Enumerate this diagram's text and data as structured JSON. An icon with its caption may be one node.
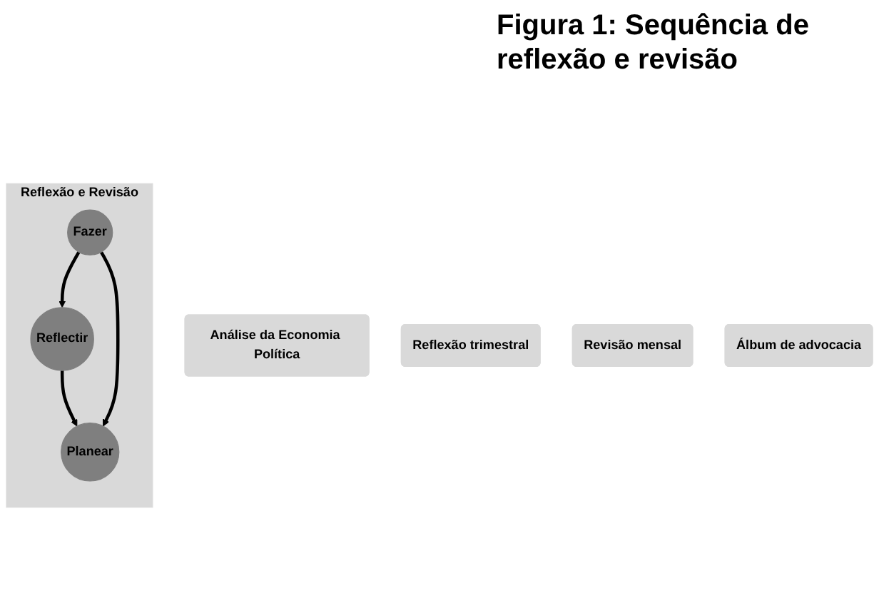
{
  "diagram": {
    "title": "Figura 1: Sequência de reflexão e revisão",
    "nodes": [
      {
        "text": [
          "Análise da Economia Política"
        ]
      },
      {
        "text": [
          "Reflexão e Revisão"
        ]
      },
      {
        "text": [
          "Planear"
        ],
        "in": 1
      },
      {
        "text": [
          "Reflectir"
        ],
        "in": 1
      },
      {
        "text": [
          "Fazer"
        ],
        "in": 1
      },
      {
        "text": [
          "Reflexão trimestral"
        ]
      },
      {
        "text": [
          "Revisão mensal"
        ]
      },
      {
        "text": [
          "Álbum de advocacia"
        ]
      }
    ],
    "edges": [
      {
        "from": 3,
        "to": 2,
        "arrow": "to"
      },
      {
        "from": 4,
        "to": 2,
        "arrow": "to"
      },
      {
        "from": 4,
        "to": 3,
        "arrow": "to"
      }
    ]
  }
}
